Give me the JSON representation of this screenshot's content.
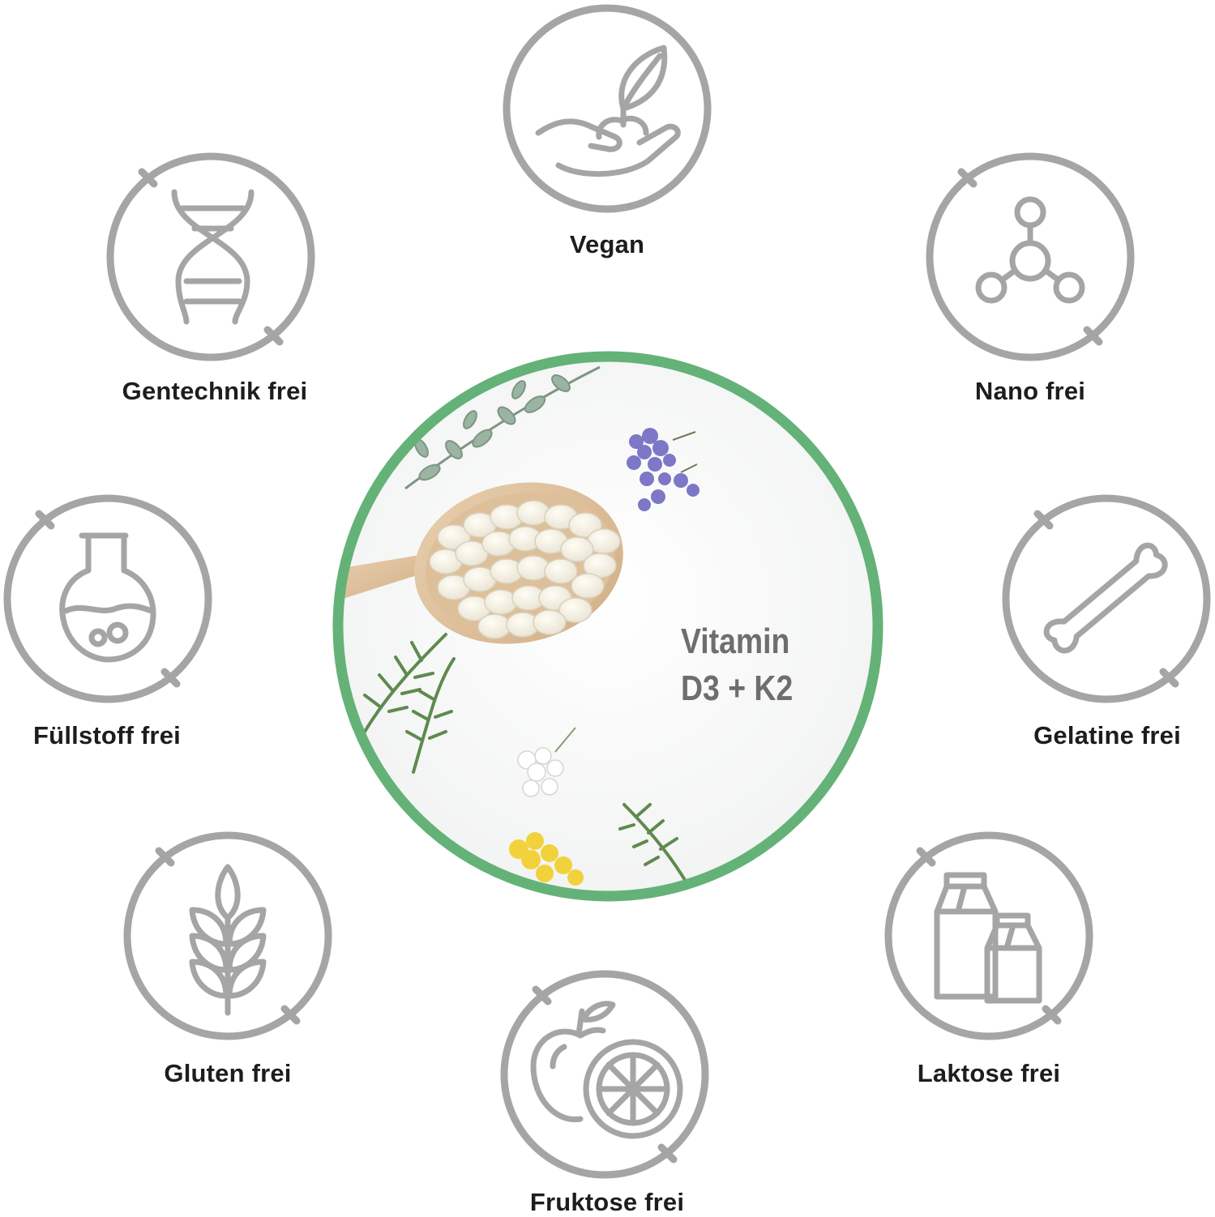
{
  "badges": {
    "vegan": {
      "label": "Vegan",
      "icon": "hand-plant-icon"
    },
    "gentechnik": {
      "label": "Gentechnik frei",
      "icon": "dna-icon"
    },
    "nano": {
      "label": "Nano frei",
      "icon": "molecule-icon"
    },
    "fuellstoff": {
      "label": "Füllstoff frei",
      "icon": "flask-icon"
    },
    "gelatine": {
      "label": "Gelatine frei",
      "icon": "bone-icon"
    },
    "gluten": {
      "label": "Gluten frei",
      "icon": "wheat-icon"
    },
    "laktose": {
      "label": "Laktose frei",
      "icon": "milk-carton-icon"
    },
    "fruktose": {
      "label": "Fruktose frei",
      "icon": "fruit-icon"
    }
  },
  "center": {
    "line1": "Vitamin",
    "line2": "D3 + K2",
    "image": "spoon-with-tablets-and-herbs"
  },
  "colors": {
    "icon_gray": "#a5a5a5",
    "ring_green": "#64b277",
    "label_text": "#1d1d1d",
    "center_text": "#6e6e6e"
  }
}
